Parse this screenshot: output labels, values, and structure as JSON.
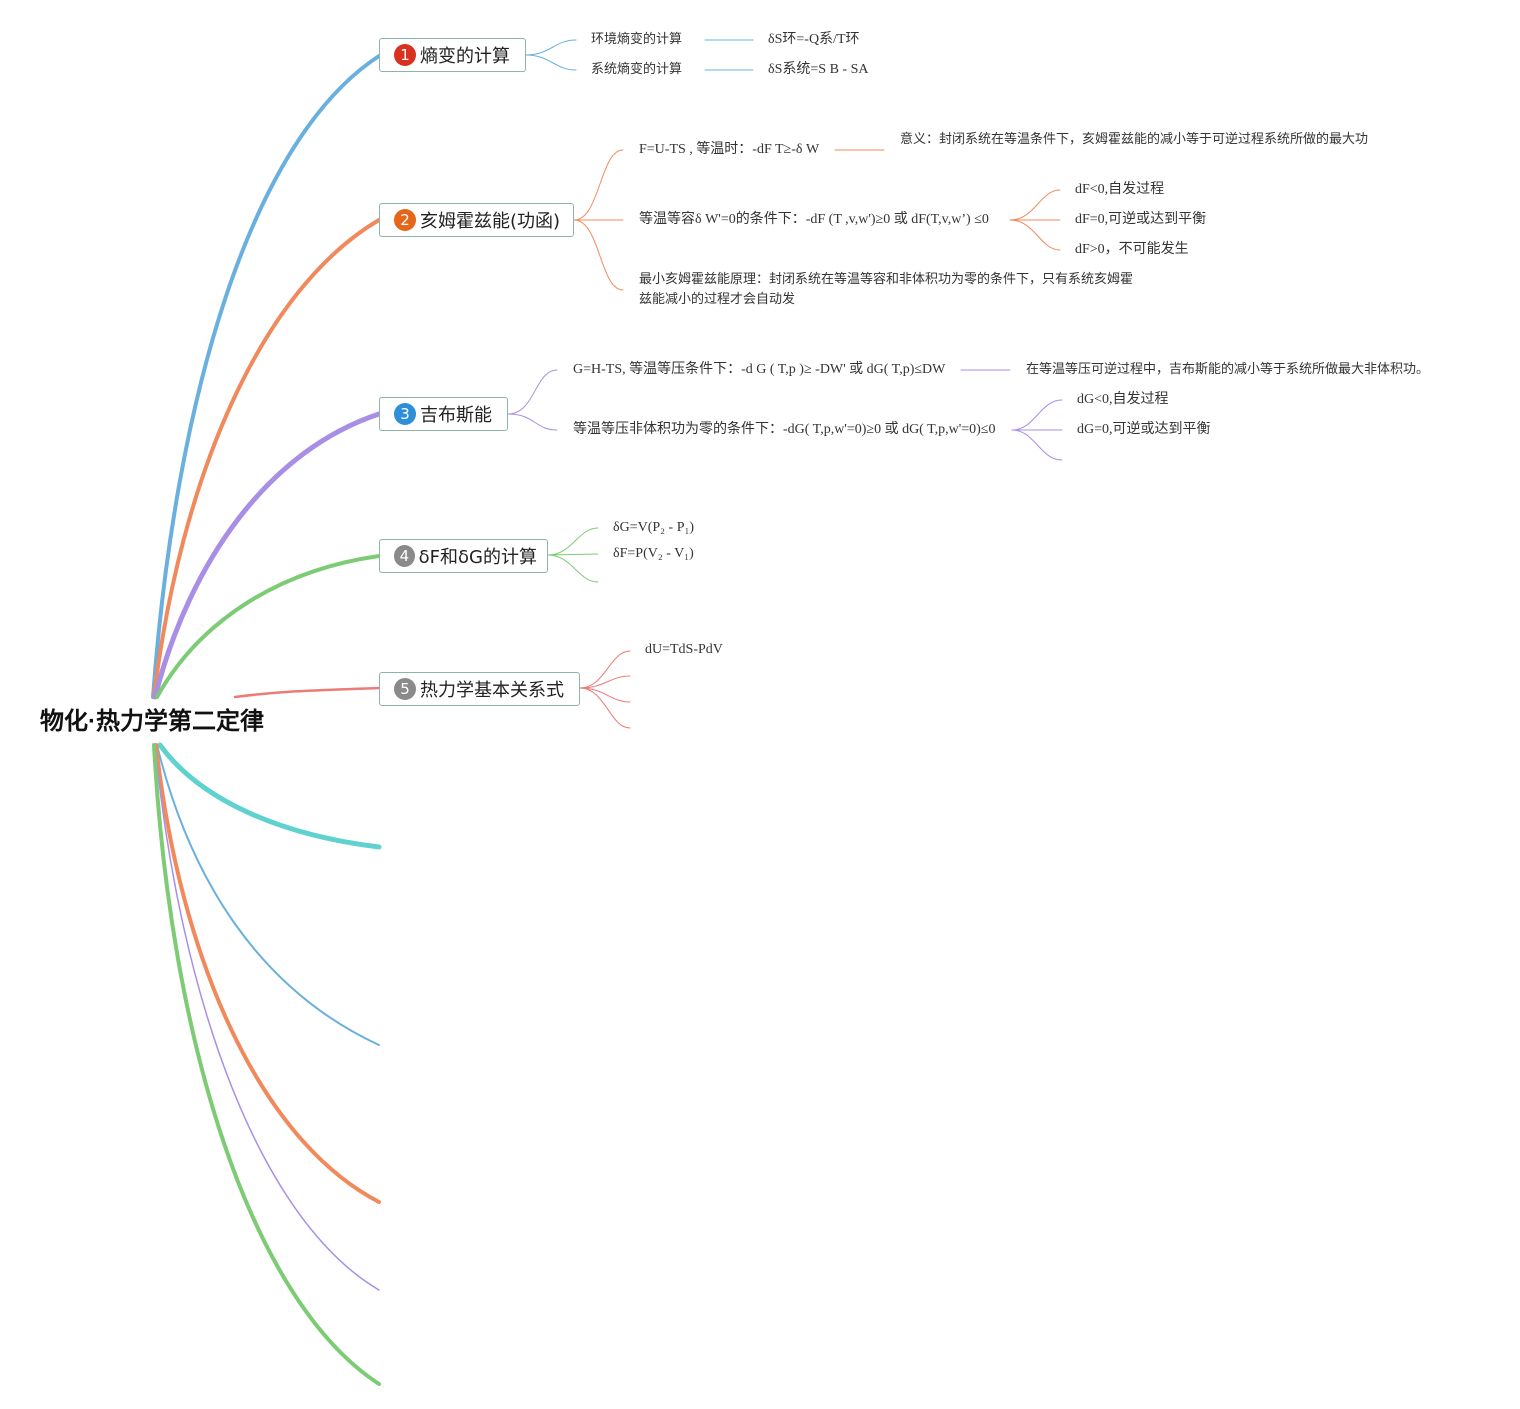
{
  "root": {
    "title": "物化·热力学第二定律"
  },
  "colors": {
    "blue": "#6ab0de",
    "orange": "#f08a5d",
    "purple": "#a98ee6",
    "green": "#7dcb74",
    "red": "#ee7a76",
    "teal": "#5fd1cf",
    "badge1": "#d9301f",
    "badge2": "#e5651b",
    "badge3": "#2e8fd8",
    "badge4": "#8a8a8a",
    "badge5": "#8a8a8a"
  },
  "topics": [
    {
      "number": "1",
      "label": "熵变的计算",
      "children": [
        {
          "text": "环境熵变的计算",
          "detail": "δS环=-Q系/T环"
        },
        {
          "text": "系统熵变的计算",
          "detail": "δS系统=S B - SA"
        }
      ]
    },
    {
      "number": "2",
      "label": "亥姆霍兹能(功函)",
      "children": [
        {
          "text": "F=U-TS , 等温时：-dF T≥-δ W",
          "detail": "意义：封闭系统在等温条件下，亥姆霍兹能的减小等于可逆过程系统所做的最大功"
        },
        {
          "text": "等温等容δ W'=0的条件下：-dF (T ,v,w')≥0 或 dF(T,v,w’) ≤0",
          "sub": [
            "dF<0,自发过程",
            "dF=0,可逆或达到平衡",
            "dF>0，不可能发生"
          ]
        },
        {
          "text": "最小亥姆霍兹能原理：封闭系统在等温等容和非体积功为零的条件下，只有系统亥姆霍兹能减小的过程才会自动发"
        }
      ]
    },
    {
      "number": "3",
      "label": "吉布斯能",
      "children": [
        {
          "text": "G=H-TS, 等温等压条件下：-d G ( T,p )≥ -DW' 或 dG( T,p)≤DW",
          "detail": "在等温等压可逆过程中，吉布斯能的减小等于系统所做最大非体积功。"
        },
        {
          "text": "等温等压非体积功为零的条件下：-dG( T,p,w'=0)≥0 或 dG( T,p,w'=0)≤0",
          "sub": [
            "dG<0,自发过程",
            "dG=0,可逆或达到平衡"
          ]
        }
      ]
    },
    {
      "number": "4",
      "label": "δF和δG的计算",
      "children": [
        {
          "text": "δG=V(P₂ - P₁)"
        },
        {
          "text": "δF=P(V₂ - V₁)"
        }
      ]
    },
    {
      "number": "5",
      "label": "热力学基本关系式",
      "children": [
        {
          "text": "dU=TdS-PdV"
        }
      ]
    }
  ]
}
